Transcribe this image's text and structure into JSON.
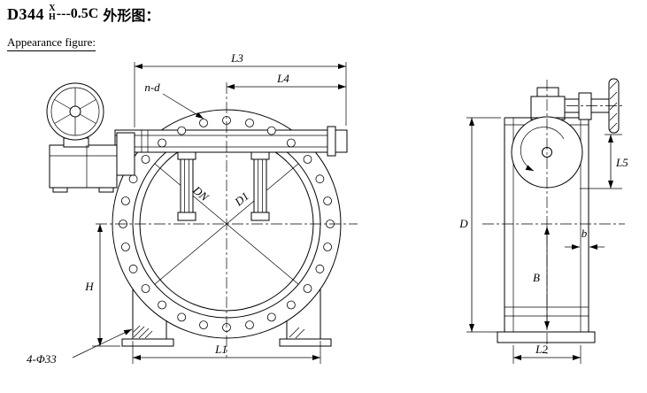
{
  "header": {
    "model": "D344",
    "fraction_top": "X",
    "fraction_bottom": "H",
    "suffix": "---0.5C",
    "title_cn": "外形图：",
    "subtitle_en": "Appearance figure:"
  },
  "front_view": {
    "dim_L3": "L3",
    "dim_L4": "L4",
    "dim_H": "H",
    "dim_L1": "L1",
    "label_bolt_holes": "n-d",
    "label_dn": "DN",
    "label_d1": "D1",
    "label_foot_holes": "4-Φ33"
  },
  "side_view": {
    "dim_D": "D",
    "dim_L5": "L5",
    "dim_b": "b",
    "dim_B": "B",
    "dim_L2": "L2"
  },
  "colors": {
    "line": "#000000",
    "background": "#ffffff"
  }
}
